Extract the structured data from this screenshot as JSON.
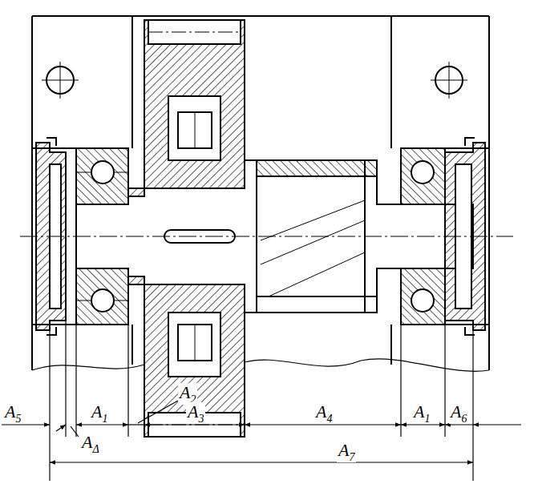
{
  "diagram": {
    "labels": [
      "A5",
      "A1",
      "A2",
      "A3",
      "A4",
      "A1",
      "A6",
      "AΔ",
      "A7"
    ]
  }
}
